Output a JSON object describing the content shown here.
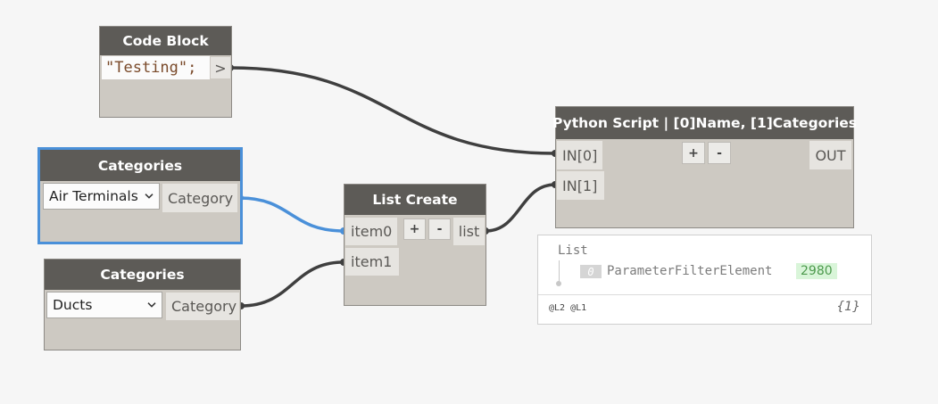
{
  "code_block": {
    "title": "Code Block",
    "code": "\"Testing\";",
    "output_port": ">"
  },
  "categories_1": {
    "title": "Categories",
    "selected": "Air Terminals",
    "output_port": "Category"
  },
  "categories_2": {
    "title": "Categories",
    "selected": "Ducts",
    "output_port": "Category"
  },
  "list_create": {
    "title": "List Create",
    "inputs": [
      "item0",
      "item1"
    ],
    "add_label": "+",
    "remove_label": "-",
    "output_port": "list"
  },
  "python_script": {
    "title": "Python Script | [0]Name, [1]Categories",
    "inputs": [
      "IN[0]",
      "IN[1]"
    ],
    "add_label": "+",
    "remove_label": "-",
    "output_port": "OUT"
  },
  "watch": {
    "list_label": "List",
    "index": "0",
    "item": "ParameterFilterElement",
    "value": "2980",
    "levels": "@L2 @L1",
    "count": "{1}"
  },
  "colors": {
    "node_header": "#5d5b57",
    "node_body": "#cdc9c2",
    "wire_default": "#3f3f3f",
    "wire_selected": "#4a90d9",
    "value_highlight": "#d9f5d9"
  },
  "icons": [
    "chevron-down-icon",
    "port-dot-icon"
  ]
}
